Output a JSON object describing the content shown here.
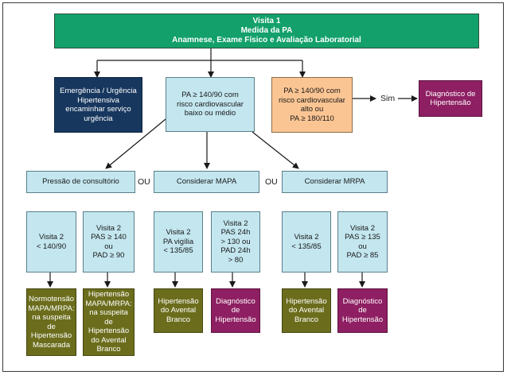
{
  "colors": {
    "header": "#13a06b",
    "emergency": "#17375e",
    "cyan": "#c3e6ef",
    "orange": "#fbc593",
    "purple": "#8e1f62",
    "olive": "#6b6d1c",
    "line": "#1a1a1a"
  },
  "nodes": {
    "visit1": "Visita 1\nMedida da PA\nAnamnese, Exame Físico e Avaliação Laboratorial",
    "emergency": "Emergência / Urgência\nHipertensiva\nencaminhar serviço\nurgência",
    "low_risk": "PA ≥ 140/90 com\nrisco cardiovascular\nbaixo ou médio",
    "high_risk": "PA ≥ 140/90 com\nrisco cardiovascular\nalto ou\nPA ≥ 180/110",
    "diag_top": "Diagnóstico de\nHipertensão",
    "office": "Pressão de consultório",
    "mapa": "Considerar MAPA",
    "mrpa": "Considerar MRPA",
    "office_v2_normal": "Visita 2\n< 140/90",
    "office_v2_high": "Visita 2\nPAS ≥ 140\nou\nPAD ≥ 90",
    "mapa_normal": "Visita 2\nPA vigília\n< 135/85",
    "mapa_high": "Visita 2\nPAS 24h\n> 130 ou\nPAD 24h\n> 80",
    "mrpa_normal": "Visita 2\n< 135/85",
    "mrpa_high": "Visita 2\nPAS ≥ 135\nou\nPAD ≥ 85",
    "out_masked": "Normotensão\nMAPA/MRPA:\nna suspeita de\nHipertensão\nMascarada",
    "out_office_wc": "Hipertensão\nMAPA/MRPA:\nna suspeita de\nHipertensão\ndo Avental\nBranco",
    "out_mapa_wc": "Hipertensão\ndo Avental\nBranco",
    "out_mapa_diag": "Diagnóstico\nde\nHipertensão",
    "out_mrpa_wc": "Hipertensão\ndo Avental\nBranco",
    "out_mrpa_diag": "Diagnóstico de\nHipertensão"
  },
  "labels": {
    "sim": "Sim",
    "ou_1": "OU",
    "ou_2": "OU"
  }
}
